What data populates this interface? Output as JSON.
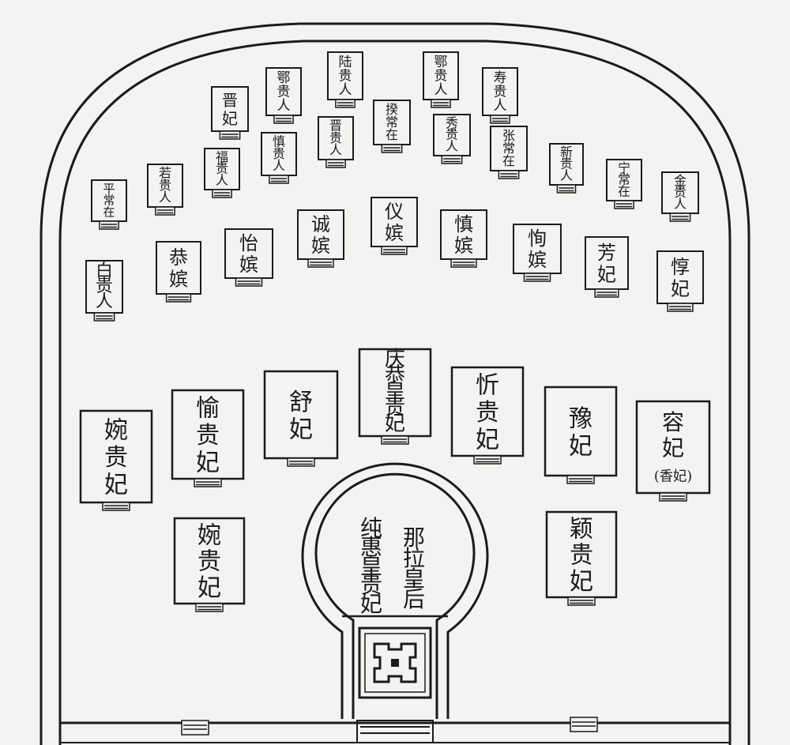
{
  "colors": {
    "ink": "#1b1b1b",
    "paper": "#f3f3f1"
  },
  "rows": {
    "upper": [
      {
        "id": "jin-fei",
        "lines": [
          "晋",
          "妃"
        ]
      },
      {
        "id": "e-guiren",
        "lines": [
          "鄂",
          "贵",
          "人"
        ]
      },
      {
        "id": "lu-guiren",
        "lines": [
          "陆",
          "贵",
          "人"
        ]
      },
      {
        "id": "bai-guiren",
        "lines": [
          "鄂",
          "贵",
          "人"
        ]
      },
      {
        "id": "shou-guiren",
        "lines": [
          "寿",
          "贵",
          "人"
        ]
      },
      {
        "id": "wei-guiren",
        "lines": [
          "慎",
          "贵",
          "人"
        ]
      },
      {
        "id": "shen-guiren",
        "lines": [
          "晋",
          "贵",
          "人"
        ]
      },
      {
        "id": "ying-changzai",
        "lines": [
          "揆",
          "常",
          "在"
        ]
      },
      {
        "id": "xiu-guiren",
        "lines": [
          "秀",
          "贵",
          "人"
        ]
      },
      {
        "id": "zhang-changzai",
        "lines": [
          "张",
          "常",
          "在"
        ]
      },
      {
        "id": "xin-guiren",
        "lines": [
          "新",
          "贵",
          "人"
        ]
      },
      {
        "id": "ning-changzai",
        "lines": [
          "宁",
          "常",
          "在"
        ]
      },
      {
        "id": "jin-guiren",
        "lines": [
          "金",
          "贵",
          "人"
        ]
      },
      {
        "id": "ping-changzai",
        "lines": [
          "平",
          "常",
          "在"
        ]
      },
      {
        "id": "ruo-guiren",
        "lines": [
          "若",
          "贵",
          "人"
        ]
      },
      {
        "id": "qi-guiren",
        "lines": [
          "福",
          "贵",
          "人"
        ]
      }
    ],
    "middle": [
      {
        "id": "bai-guiren-2",
        "lines": [
          "白",
          "贵",
          "人"
        ]
      },
      {
        "id": "gong-pin",
        "lines": [
          "恭",
          "嫔"
        ]
      },
      {
        "id": "yi-pin",
        "lines": [
          "怡",
          "嫔"
        ]
      },
      {
        "id": "cheng-pin",
        "lines": [
          "诚",
          "嫔"
        ]
      },
      {
        "id": "yi-pin-2",
        "lines": [
          "仪",
          "嫔"
        ]
      },
      {
        "id": "shen-pin",
        "lines": [
          "慎",
          "嫔"
        ]
      },
      {
        "id": "xun-pin",
        "lines": [
          "恂",
          "嫔"
        ]
      },
      {
        "id": "fang-fei",
        "lines": [
          "芳",
          "妃"
        ]
      },
      {
        "id": "dun-fei",
        "lines": [
          "惇",
          "妃"
        ]
      }
    ],
    "lower": [
      {
        "id": "chun-guifei",
        "lines": [
          "婉",
          "贵",
          "妃"
        ]
      },
      {
        "id": "yu-guifei",
        "lines": [
          "愉",
          "贵",
          "妃"
        ]
      },
      {
        "id": "shu-fei",
        "lines": [
          "舒",
          "妃"
        ]
      },
      {
        "id": "qinggong-huangguifei",
        "lines": [
          "庆",
          "恭",
          "皇",
          "贵",
          "妃"
        ]
      },
      {
        "id": "xin-guifei",
        "lines": [
          "忻",
          "贵",
          "妃"
        ]
      },
      {
        "id": "yu-fei",
        "lines": [
          "豫",
          "妃"
        ]
      },
      {
        "id": "rong-fei",
        "lines": [
          "容",
          "妃",
          "(香妃)"
        ]
      },
      {
        "id": "wan-guifei",
        "lines": [
          "婉",
          "贵",
          "妃"
        ]
      },
      {
        "id": "ying-guifei",
        "lines": [
          "颖",
          "贵",
          "妃"
        ]
      }
    ]
  },
  "center": {
    "left": [
      "纯",
      "惠",
      "皇",
      "贵",
      "妃"
    ],
    "right": [
      "那",
      "拉",
      "皇",
      "后"
    ]
  }
}
